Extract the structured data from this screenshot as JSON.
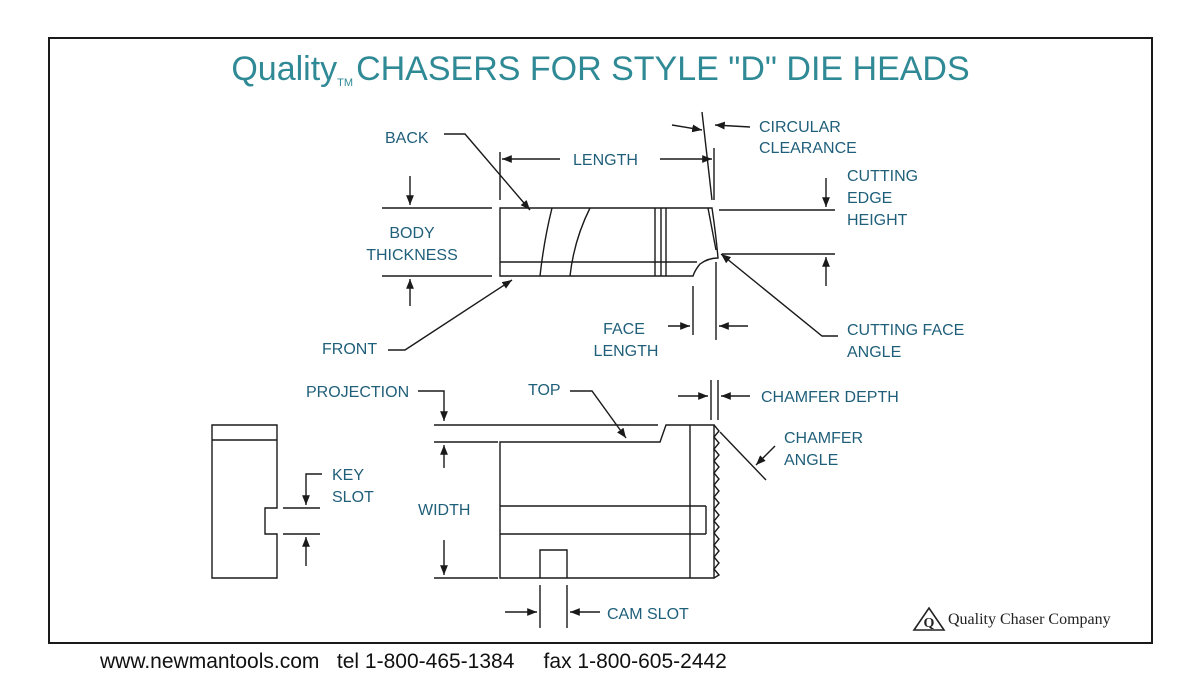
{
  "colors": {
    "accent": "#2f8a96",
    "label": "#1f5f7a",
    "line": "#1a1a1a"
  },
  "title": {
    "brand": "Quality",
    "tm": "TM",
    "text": "CHASERS FOR STYLE \"D\" DIE HEADS"
  },
  "labels": {
    "back": "BACK",
    "length": "LENGTH",
    "circular_clearance": [
      "CIRCULAR",
      "CLEARANCE"
    ],
    "cutting_edge_height": [
      "CUTTING",
      "EDGE",
      "HEIGHT"
    ],
    "body_thickness": [
      "BODY",
      "THICKNESS"
    ],
    "front": "FRONT",
    "face_length": [
      "FACE",
      "LENGTH"
    ],
    "cutting_face_angle": [
      "CUTTING FACE",
      "ANGLE"
    ],
    "projection": "PROJECTION",
    "top": "TOP",
    "chamfer_depth": "CHAMFER DEPTH",
    "chamfer_angle": [
      "CHAMFER",
      "ANGLE"
    ],
    "key_slot": [
      "KEY",
      "SLOT"
    ],
    "width": "WIDTH",
    "cam_slot": "CAM SLOT"
  },
  "logo": {
    "mark": "Q",
    "text": "Quality Chaser Company"
  },
  "footer": "www.newmantools.com   tel 1-800-465-1384     fax 1-800-605-2442"
}
